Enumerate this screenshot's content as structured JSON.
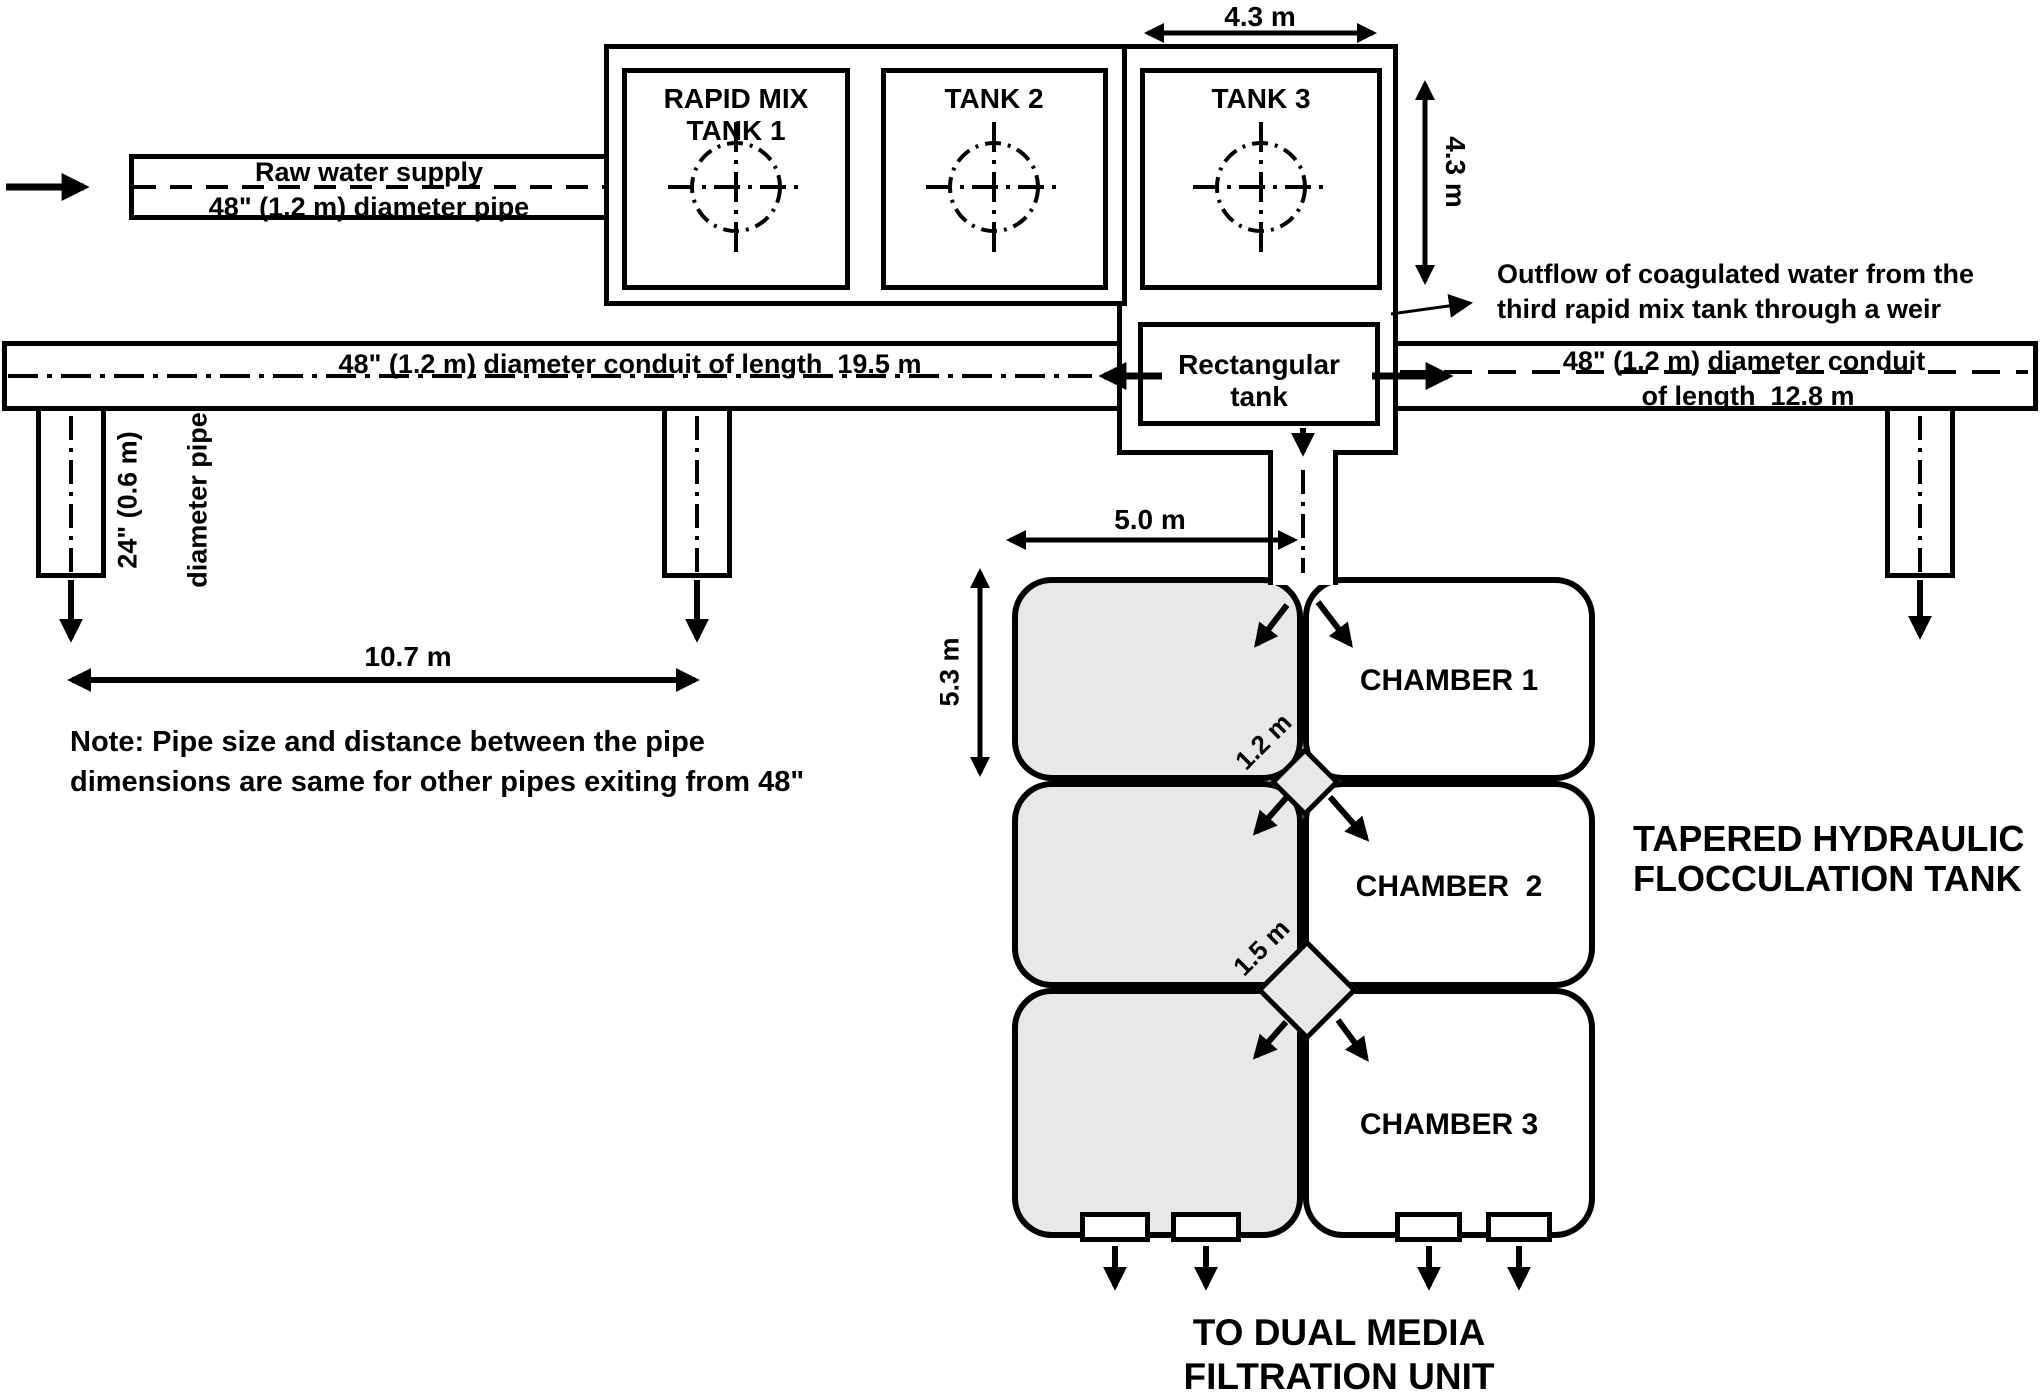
{
  "colors": {
    "ink": "#000000",
    "shade": "#e8e8e8",
    "background": "#ffffff"
  },
  "inlet": {
    "pipe_label_line1": "Raw water supply",
    "pipe_label_line2": "48\" (1.2 m) diameter pipe"
  },
  "tanks": {
    "tank1_line1": "RAPID MIX",
    "tank1_line2": "TANK 1",
    "tank2": "TANK 2",
    "tank3": "TANK 3",
    "width_dim": "4.3 m",
    "height_dim": "4.3 m"
  },
  "outflow_note": {
    "line1": "Outflow of coagulated water from the",
    "line2": "third rapid mix tank through a weir"
  },
  "rect_tank": {
    "line1": "Rectangular",
    "line2": "tank"
  },
  "conduits": {
    "left_label": "48\" (1.2 m) diameter conduit of length  19.5 m",
    "right_label_line1": "48\" (1.2 m) diameter conduit",
    "right_label_line2": "of length  12.8 m"
  },
  "drain_pipes": {
    "label_line1": "24\" (0.6 m)",
    "label_line2": "diameter pipe",
    "spacing_dim": "10.7 m"
  },
  "note": {
    "line1": "Note: Pipe size and distance between the pipe",
    "line2": "dimensions are same for other pipes exiting from 48\""
  },
  "flocculation": {
    "width_dim": "5.0 m",
    "height_dim": "5.3 m",
    "weir1_dim": "1.2 m",
    "weir2_dim": "1.5 m",
    "chamber1": "CHAMBER 1",
    "chamber2": "CHAMBER  2",
    "chamber3": "CHAMBER 3",
    "title_line1": "TAPERED HYDRAULIC",
    "title_line2": "FLOCCULATION TANK"
  },
  "outlet": {
    "line1": "TO DUAL MEDIA",
    "line2": "FILTRATION UNIT"
  }
}
